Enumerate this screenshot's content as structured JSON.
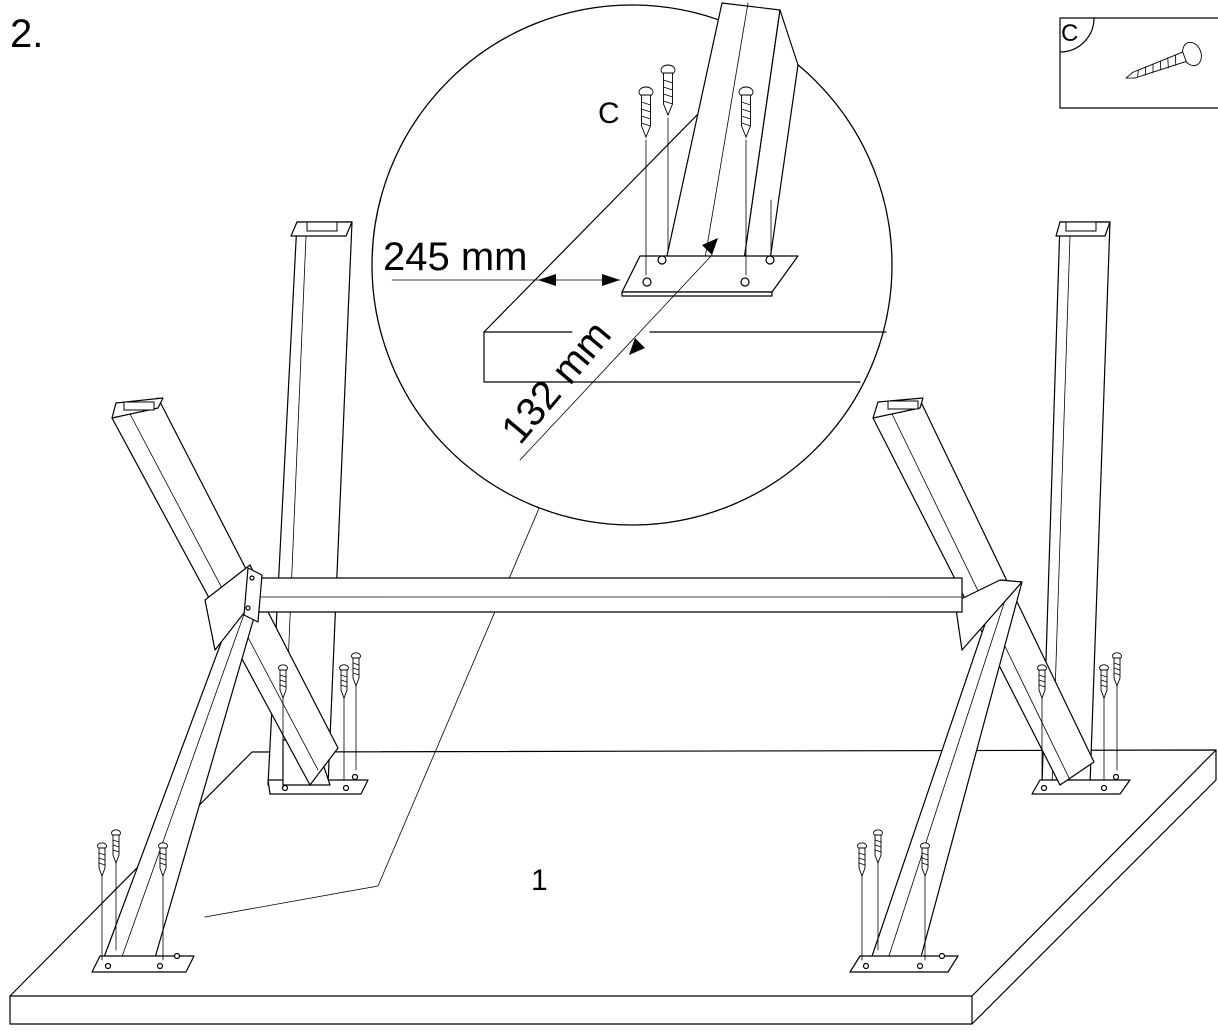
{
  "step": {
    "number_label": "2."
  },
  "parts_box": {
    "part_letter": "C"
  },
  "detail_callout": {
    "screw_label": "C",
    "dimension_245": "245 mm",
    "dimension_132": "132 mm"
  },
  "table_top": {
    "part_number": "1"
  },
  "colors": {
    "line": "#000000",
    "background": "#ffffff"
  }
}
